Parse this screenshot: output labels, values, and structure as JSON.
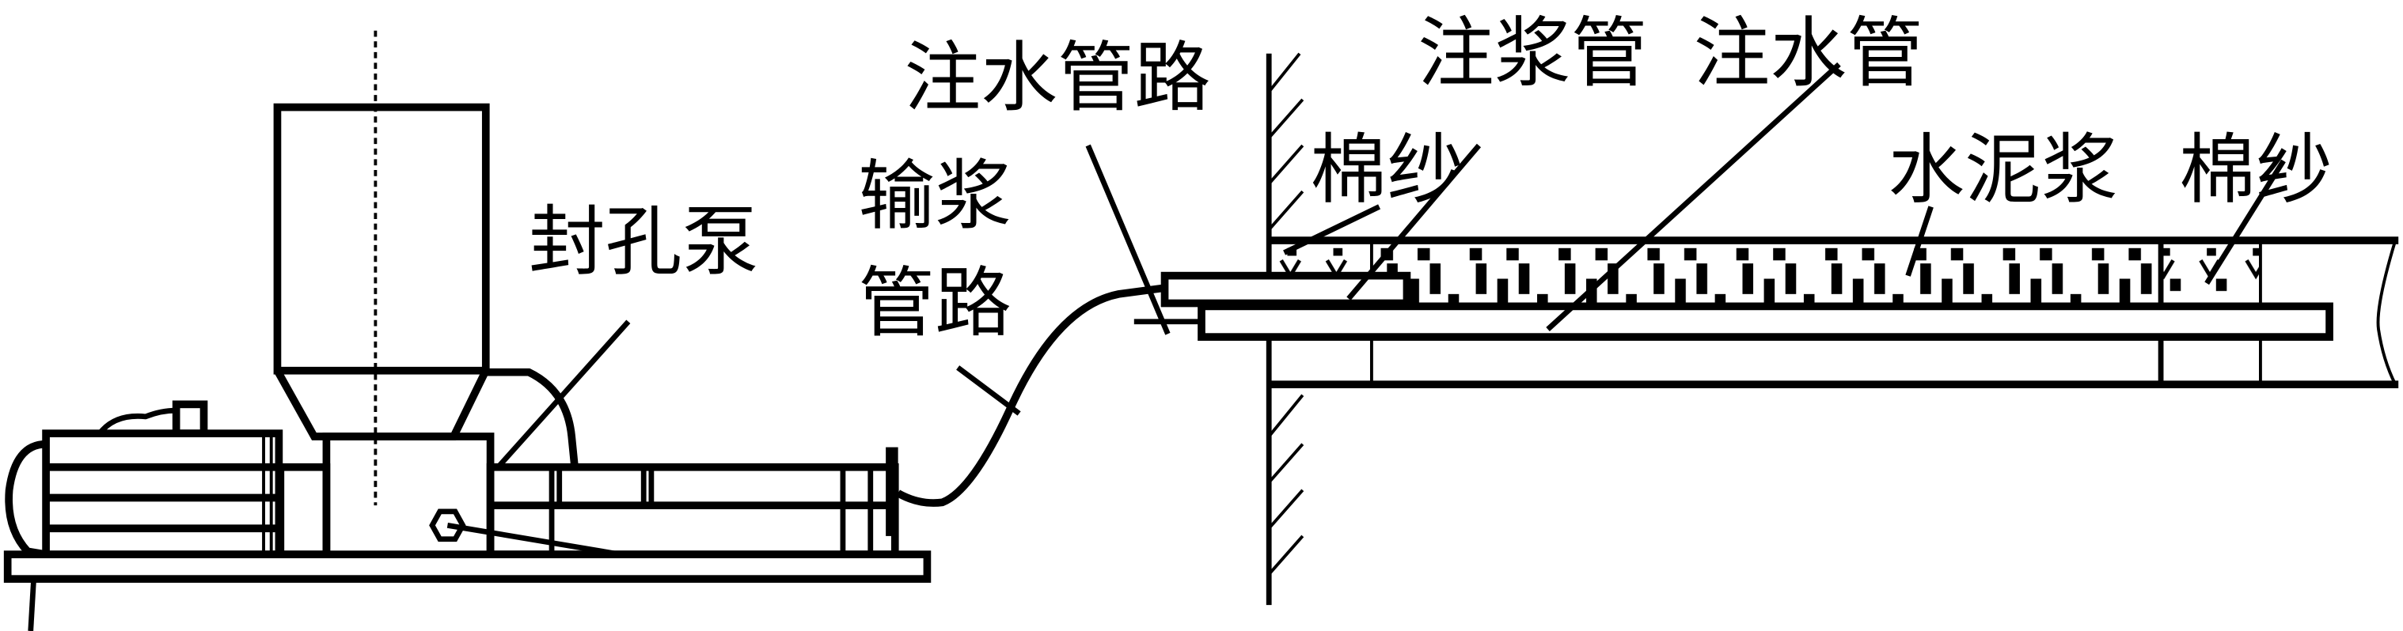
{
  "labels": {
    "pump": "封孔泵",
    "grout_line_1": "输浆",
    "grout_line_2": "管路",
    "water_line": "注水管路",
    "cotton_left": "棉纱",
    "grout_pipe": "注浆管",
    "water_pipe": "注水管",
    "cement_slurry": "水泥浆",
    "cotton_right": "棉纱"
  }
}
